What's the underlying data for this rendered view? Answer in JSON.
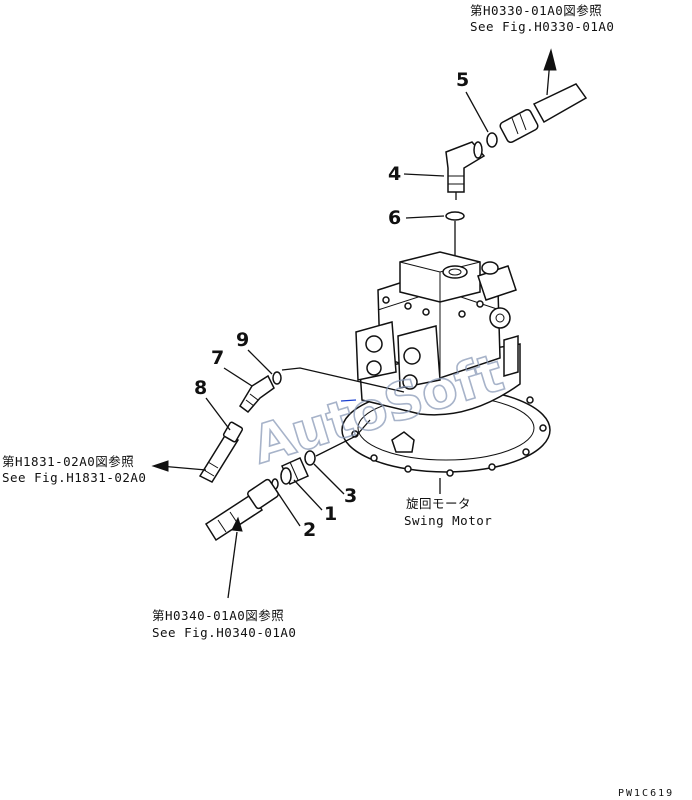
{
  "references": {
    "top_right": {
      "jp": "第H0330-01A0図参照",
      "en": "See Fig.H0330-01A0"
    },
    "left": {
      "jp": "第H1831-02A0図参照",
      "en": "See Fig.H1831-02A0"
    },
    "bottom": {
      "jp": "第H0340-01A0図参照",
      "en": "See Fig.H0340-01A0"
    }
  },
  "motor_label": {
    "jp": "旋回モータ",
    "en": "Swing Motor"
  },
  "callouts": [
    "1",
    "2",
    "3",
    "4",
    "5",
    "6",
    "7",
    "8",
    "9"
  ],
  "watermark": "AutoSoft",
  "drawing_code": "PW1C619",
  "colors": {
    "watermark": "#8a9ab8",
    "line": "#111111"
  }
}
